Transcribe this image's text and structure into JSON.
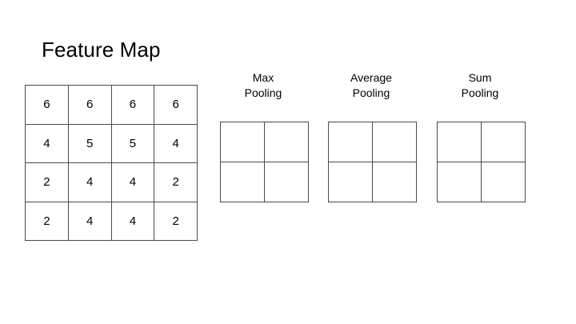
{
  "slide": {
    "title": "Feature Map",
    "background_color": "#ffffff",
    "border_color": "#4a4a4a",
    "text_color": "#000000"
  },
  "feature_map": {
    "rows": 4,
    "cols": 4,
    "grid": [
      [
        "6",
        "6",
        "6",
        "6"
      ],
      [
        "4",
        "5",
        "5",
        "4"
      ],
      [
        "2",
        "4",
        "4",
        "2"
      ],
      [
        "2",
        "4",
        "4",
        "2"
      ]
    ]
  },
  "pooling_outputs": [
    {
      "id": "max",
      "label": "Max\nPooling",
      "label_line1": "Max",
      "label_line2": "Pooling",
      "rows": 2,
      "cols": 2,
      "grid": [
        [
          "",
          ""
        ],
        [
          "",
          ""
        ]
      ]
    },
    {
      "id": "average",
      "label": "Average\nPooling",
      "label_line1": "Average",
      "label_line2": "Pooling",
      "rows": 2,
      "cols": 2,
      "grid": [
        [
          "",
          ""
        ],
        [
          "",
          ""
        ]
      ]
    },
    {
      "id": "sum",
      "label": "Sum\nPooling",
      "label_line1": "Sum",
      "label_line2": "Pooling",
      "rows": 2,
      "cols": 2,
      "grid": [
        [
          "",
          ""
        ],
        [
          "",
          ""
        ]
      ]
    }
  ]
}
